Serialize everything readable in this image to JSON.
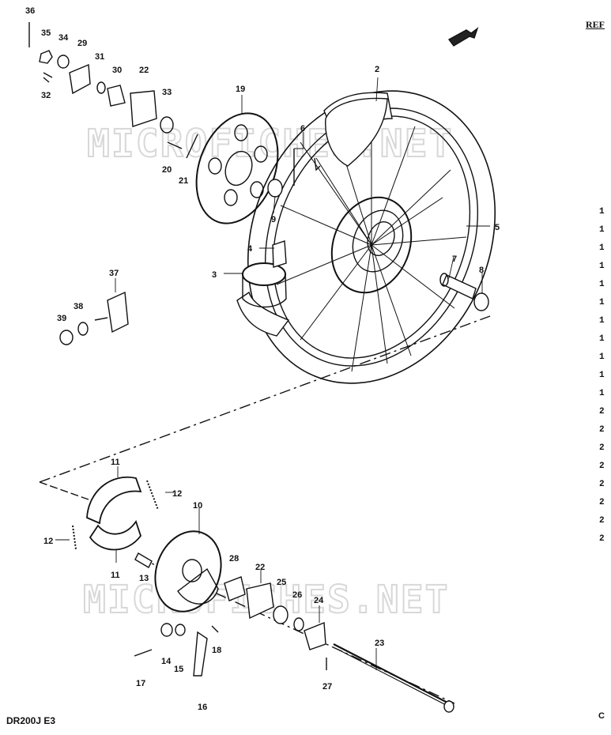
{
  "header": {
    "ref_label": "REF"
  },
  "footer": {
    "model_code": "DR200J E3",
    "page_mark": "C"
  },
  "watermarks": [
    "MICROFICHES.NET",
    "MICROFICHES.NET"
  ],
  "edge_marks": [
    "1",
    "1",
    "1",
    "1",
    "1",
    "1",
    "1",
    "1",
    "1",
    "1",
    "1",
    "2",
    "2",
    "2",
    "2",
    "2",
    "2",
    "2",
    "2"
  ],
  "callouts": {
    "c36": "36",
    "c35": "35",
    "c34": "34",
    "c29": "29",
    "c31": "31",
    "c30": "30",
    "c22a": "22",
    "c33": "33",
    "c32": "32",
    "c19": "19",
    "c20": "20",
    "c21": "21",
    "c2": "2",
    "c6": "6",
    "c9": "9",
    "c4": "4",
    "c3": "3",
    "c5": "5",
    "c7": "7",
    "c8": "8",
    "c37": "37",
    "c38": "38",
    "c39": "39",
    "c11a": "11",
    "c12a": "12",
    "c12b": "12",
    "c11b": "11",
    "c10": "10",
    "c13": "13",
    "c28": "28",
    "c22b": "22",
    "c25": "25",
    "c26": "26",
    "c24": "24",
    "c14": "14",
    "c15": "15",
    "c18": "18",
    "c17": "17",
    "c16": "16",
    "c23": "23",
    "c27": "27"
  }
}
